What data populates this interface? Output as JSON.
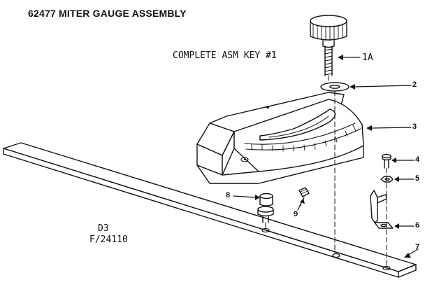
{
  "diagram": {
    "title": "62477 MITER GAUGE ASSEMBLY",
    "subtitle": "COMPLETE ASM KEY #1",
    "codes": [
      "D3",
      "F/24110"
    ],
    "callouts": [
      {
        "id": "knob",
        "text": "1A"
      },
      {
        "id": "washer",
        "text": "2"
      },
      {
        "id": "gauge-body",
        "text": "3"
      },
      {
        "id": "screw",
        "text": "4"
      },
      {
        "id": "nut",
        "text": "5"
      },
      {
        "id": "stop-clip",
        "text": "6"
      },
      {
        "id": "bar",
        "text": "7"
      },
      {
        "id": "stop-pin",
        "text": "8"
      },
      {
        "id": "set-screw",
        "text": "9"
      }
    ]
  }
}
